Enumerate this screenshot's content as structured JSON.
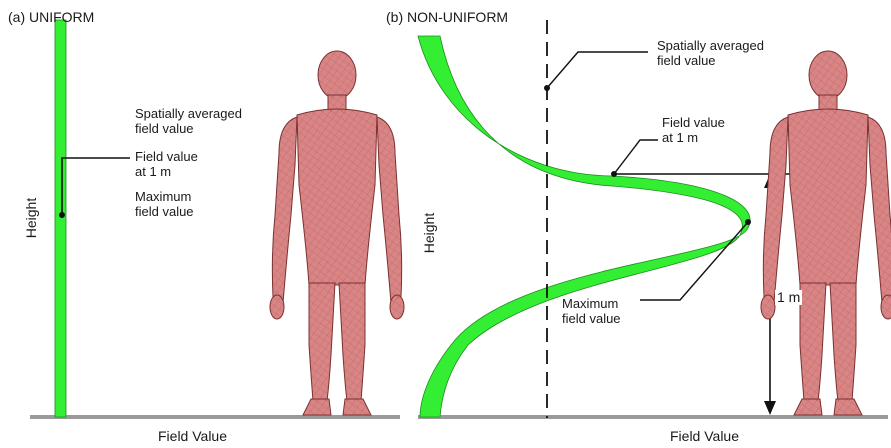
{
  "panel_a": {
    "title": "(a) UNIFORM",
    "ylabel": "Height",
    "xlabel": "Field Value",
    "label_average": "Spatially averaged\nfield value",
    "label_1m": "Field value\nat 1 m",
    "label_max": "Maximum\nfield value"
  },
  "panel_b": {
    "title": "(b) NON-UNIFORM",
    "ylabel": "Height",
    "xlabel": "Field Value",
    "label_average": "Spatially averaged\nfield value",
    "label_1m": "Field value\nat 1 m",
    "label_max": "Maximum\nfield value",
    "dimension": "1 m"
  },
  "colors": {
    "field": "#33ee33",
    "field_edge": "#1b8f1b",
    "body": "#d98585",
    "body_mesh": "#8a3a3a",
    "ground": "#9a9a9a"
  }
}
